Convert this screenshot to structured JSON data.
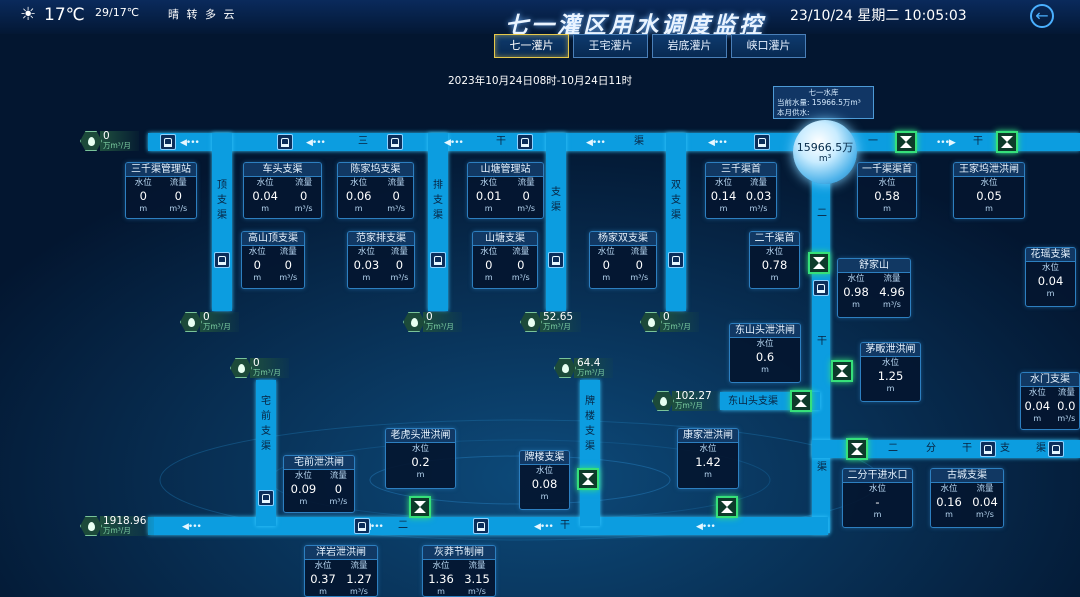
{
  "header": {
    "temperature": "17℃",
    "temp_range": "29/17℃",
    "weather": "晴 转 多 云",
    "title": "七一灌区用水调度监控",
    "datetime": "23/10/24 星期二 10:05:03",
    "tabs": [
      "七一灌片",
      "王宅灌片",
      "岩底灌片",
      "峡口灌片"
    ],
    "active_tab": 0,
    "time_range": "2023年10月24日08时-10月24日11时"
  },
  "reservoir": {
    "name": "七一水库",
    "current_label": "当前水量: 15966.5万m³",
    "month_label": "本月供水:",
    "value": "15966.5万",
    "unit": "m³"
  },
  "labels": {
    "level": "水位",
    "flow": "流量",
    "m": "m",
    "m3s": "m³/s",
    "flow_unit": "万m³/月"
  },
  "cards": {
    "sanqian_mgmt": {
      "name": "三千渠管理站",
      "level": "0",
      "flow": "0"
    },
    "dongma": {
      "name": "车头支渠",
      "level": "0.04",
      "flow": "0"
    },
    "chenjiawu": {
      "name": "陈家坞支渠",
      "level": "0.06",
      "flow": "0"
    },
    "shantang_mgmt": {
      "name": "山塘管理站",
      "level": "0.01",
      "flow": "0"
    },
    "sanqian_head": {
      "name": "三千渠首",
      "level": "0.14",
      "flow": "0.03"
    },
    "yiqian_head": {
      "name": "一千渠渠首",
      "level": "0.58"
    },
    "wangjiawu_gate": {
      "name": "王家坞泄洪闸",
      "level": "0.05"
    },
    "gaoshanding": {
      "name": "高山顶支渠",
      "level": "0",
      "flow": "0"
    },
    "fanjiapai": {
      "name": "范家排支渠",
      "level": "0.03",
      "flow": "0"
    },
    "shantang_branch": {
      "name": "山塘支渠",
      "level": "0",
      "flow": "0"
    },
    "yangjiashuang": {
      "name": "杨家双支渠",
      "level": "0",
      "flow": "0"
    },
    "erqian_head": {
      "name": "二千渠首",
      "level": "0.78"
    },
    "shujiashan": {
      "name": "舒家山",
      "level": "0.98",
      "flow": "4.96"
    },
    "huayao": {
      "name": "花瑶支渠",
      "level": "0.04"
    },
    "dongshantou_gate": {
      "name": "东山头泄洪闸",
      "level": "0.6"
    },
    "maoban_gate": {
      "name": "茅畈泄洪闸",
      "level": "1.25"
    },
    "shuimen": {
      "name": "水门支渠",
      "level": "0.04",
      "flow": "0.0"
    },
    "zhaiqian_gate": {
      "name": "宅前泄洪闸",
      "level": "0.09",
      "flow": "0"
    },
    "laohutou_gate": {
      "name": "老虎头泄洪闸",
      "level": "0.2"
    },
    "pailou": {
      "name": "牌楼支渠",
      "level": "0.08"
    },
    "kangjia_gate": {
      "name": "康家泄洪闸",
      "level": "1.42"
    },
    "erfen_inlet": {
      "name": "二分干进水口",
      "level": "-"
    },
    "gucheng": {
      "name": "古城支渠",
      "level": "0.16",
      "flow": "0.04"
    },
    "yangyan_gate": {
      "name": "洋岩泄洪闸",
      "level": "0.37",
      "flow": "1.27"
    },
    "dongqiao_gate": {
      "name": "灰莽节制闸",
      "level": "1.36",
      "flow": "3.15"
    }
  },
  "flows": {
    "top_left": "0",
    "gaoshanding": "0",
    "fanjiapai": "0",
    "shantang": "52.65",
    "yangjia": "0",
    "zhaiqian": "0",
    "pailou": "64.4",
    "dongshantou": "102.27",
    "bottom_left": "1918.96"
  },
  "canal_text": {
    "top_san": "三",
    "top_gan": "干",
    "top_qu": "渠",
    "yi": "一",
    "gan": "干",
    "er": "二",
    "gan2": "干",
    "erfen_er": "二",
    "erfen_fen": "分",
    "erfen_gan": "干",
    "erfen_zhi": "支",
    "erfen_qu": "渠",
    "bottom_er": "二",
    "bottom_gan": "干",
    "dongshantou_label": "东山头支渠",
    "vertical_gs": [
      "顶",
      "支",
      "渠"
    ],
    "vertical_fj": [
      "排",
      "支",
      "渠"
    ],
    "vertical_st": [
      "支",
      "渠"
    ],
    "vertical_yj": [
      "双",
      "支",
      "渠"
    ],
    "vertical_zq": [
      "宅",
      "前",
      "支",
      "渠"
    ],
    "vertical_pl": [
      "牌",
      "楼",
      "支",
      "渠"
    ],
    "er_vert_qu": "渠"
  }
}
